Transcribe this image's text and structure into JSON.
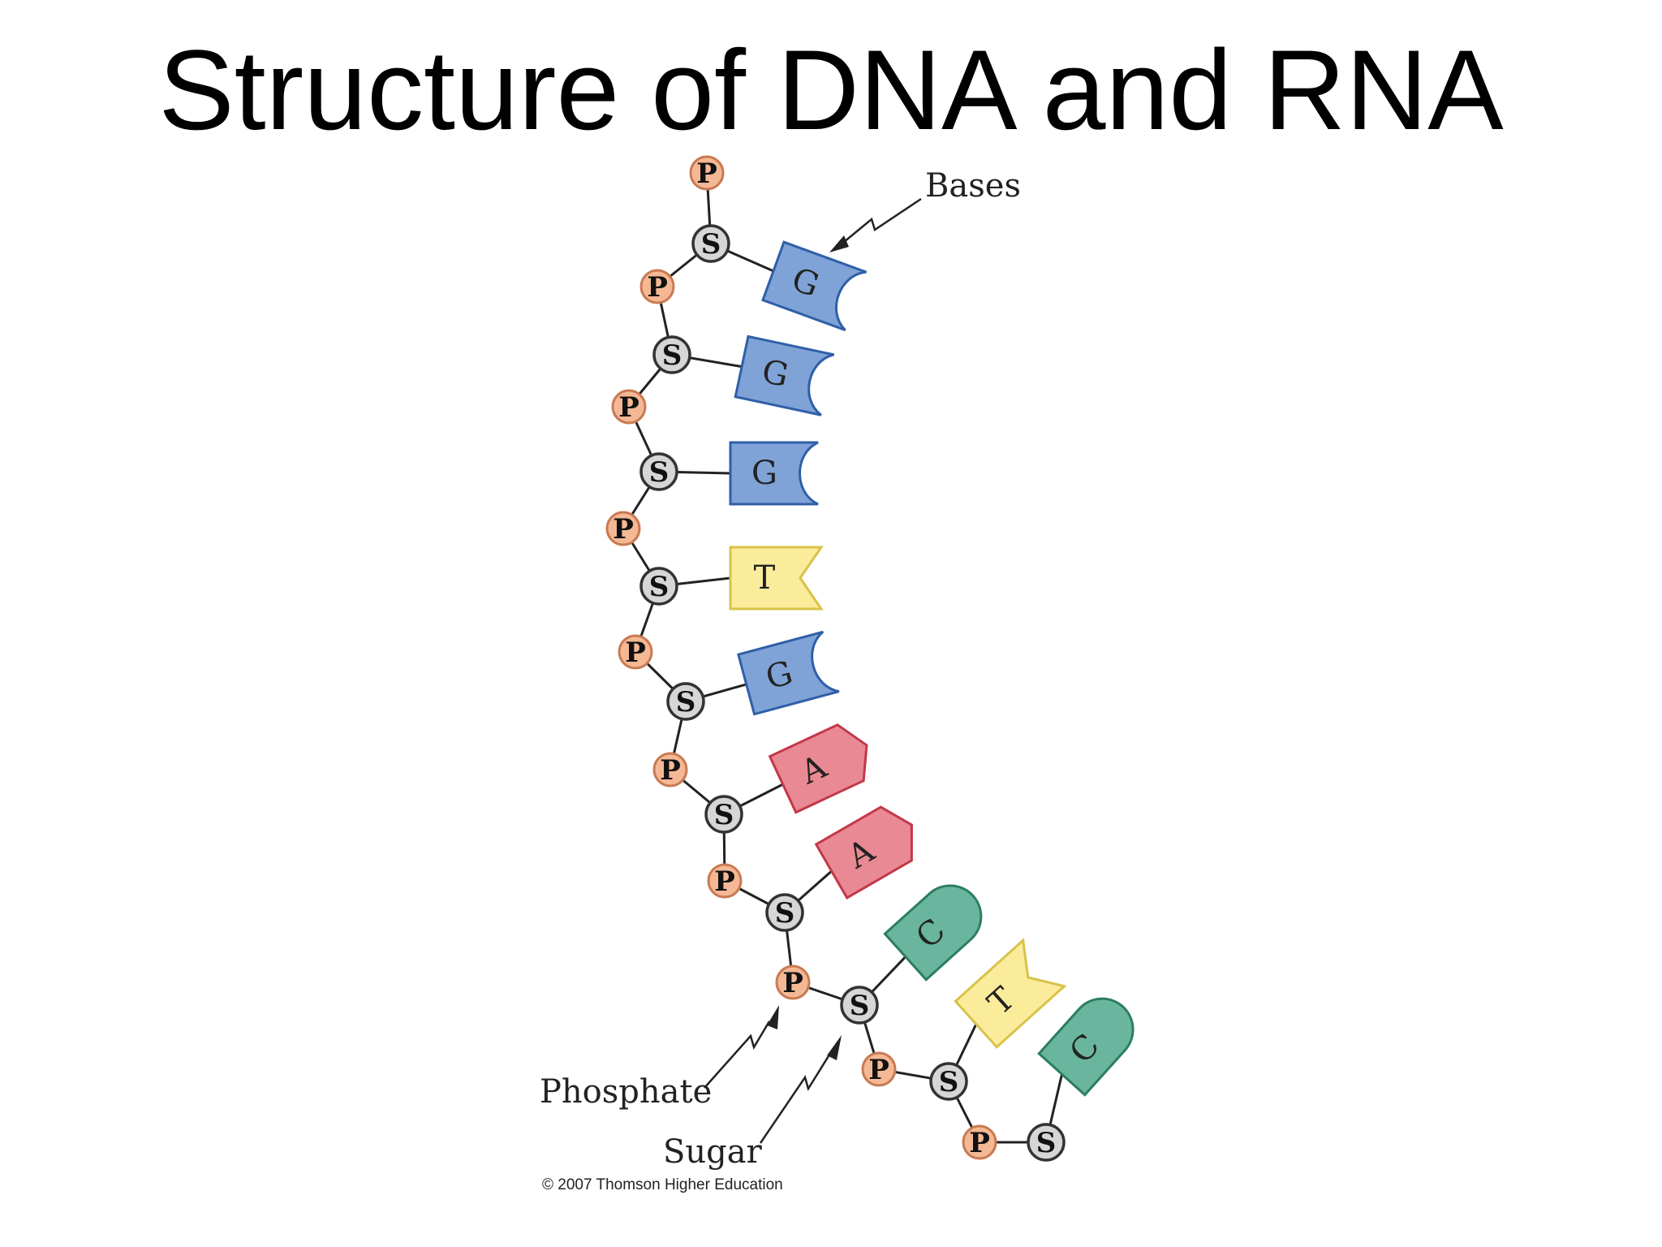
{
  "title": "Structure of DNA and RNA",
  "labels": {
    "bases": "Bases",
    "phosphate": "Phosphate",
    "sugar": "Sugar",
    "copyright": "© 2007 Thomson Higher Education"
  },
  "node_letters": {
    "phosphate": "P",
    "sugar": "S"
  },
  "sequence": [
    "G",
    "G",
    "G",
    "T",
    "G",
    "A",
    "A",
    "C",
    "T",
    "C"
  ],
  "colors": {
    "phosphate_fill": "#f4b894",
    "sugar_fill": "#d6d6d6",
    "G": {
      "fill": "#7fa3d6",
      "stroke": "#2f5fa8"
    },
    "T": {
      "fill": "#fbec9c",
      "stroke": "#d9c24a"
    },
    "A": {
      "fill": "#e98993",
      "stroke": "#c23848"
    },
    "C": {
      "fill": "#6ab59e",
      "stroke": "#2b7d62"
    }
  }
}
